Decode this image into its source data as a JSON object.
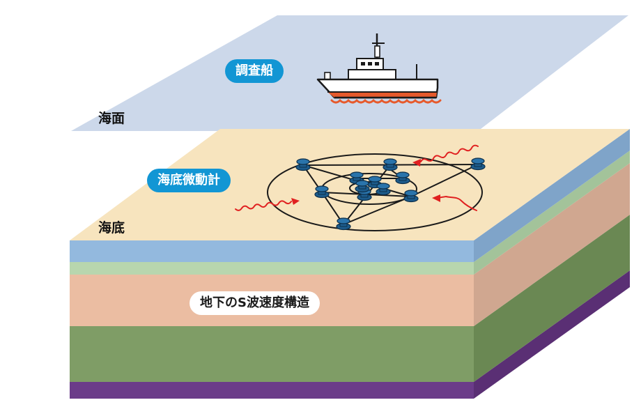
{
  "labels": {
    "sea_surface": "海面",
    "seafloor": "海底",
    "survey_ship": "調査船",
    "seismometer": "海底微動計",
    "s_wave_structure": "地下のS波速度構造"
  },
  "colors": {
    "sea_surface_plane": "#ccd8ea",
    "seafloor_top": "#f7e4be",
    "layer_blue": "#93b9de",
    "layer_lightgreen": "#b8d6ae",
    "layer_salmon": "#ebbda2",
    "layer_green": "#7f9d66",
    "layer_purple": "#6b3c89",
    "pill_blue": "#1296d4",
    "seismometer": "#1d5c8c",
    "wave_red": "#e02020",
    "ship_hull_red": "#e65a2c"
  },
  "icons": {
    "ship": "survey-ship-icon",
    "seismometer": "seismometer-icon",
    "wave": "seismic-wave-icon"
  }
}
